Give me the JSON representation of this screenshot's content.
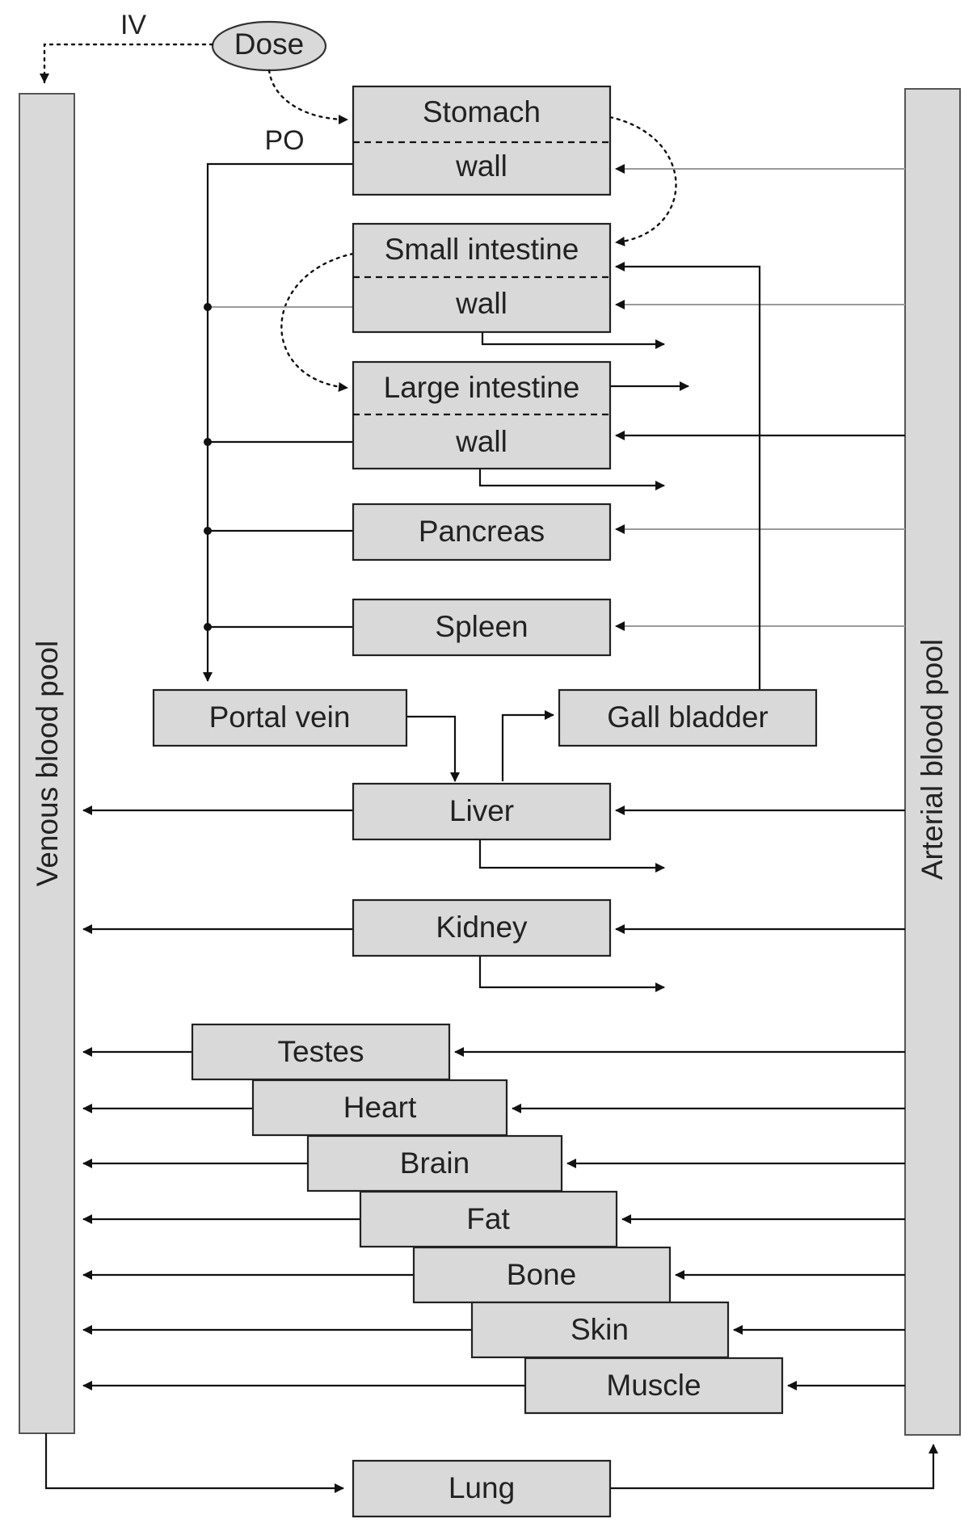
{
  "dose": "Dose",
  "route_iv": "IV",
  "route_po": "PO",
  "venous_pool": "Venous blood pool",
  "arterial_pool": "Arterial blood pool",
  "gi": {
    "stomach": "Stomach",
    "stomach_wall": "wall",
    "small_intestine": "Small intestine",
    "small_intestine_wall": "wall",
    "large_intestine": "Large intestine",
    "large_intestine_wall": "wall"
  },
  "organs": {
    "pancreas": "Pancreas",
    "spleen": "Spleen",
    "portal_vein": "Portal vein",
    "gall_bladder": "Gall bladder",
    "liver": "Liver",
    "kidney": "Kidney",
    "lung": "Lung"
  },
  "tissues": [
    "Testes",
    "Heart",
    "Brain",
    "Fat",
    "Bone",
    "Skin",
    "Muscle"
  ]
}
